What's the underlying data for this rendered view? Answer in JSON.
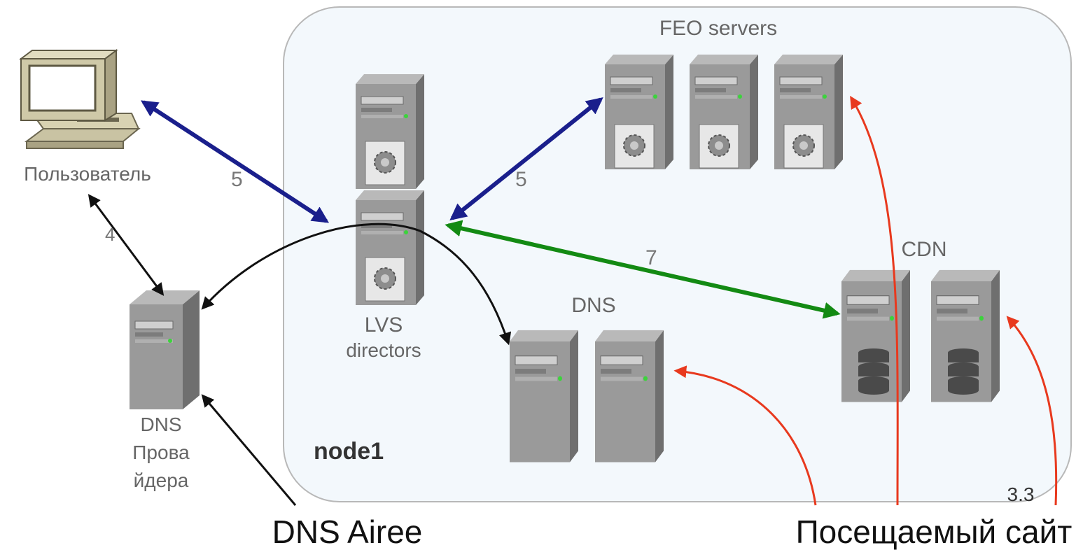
{
  "cluster": {
    "name": "node1",
    "corner_label": "3.3"
  },
  "groups": {
    "feo": "FEO servers",
    "cdn": "CDN",
    "dns_cluster": "DNS",
    "lvs_line1": "LVS",
    "lvs_line2": "directors"
  },
  "nodes": {
    "user": "Пользователь",
    "dns_provider_line1": "DNS",
    "dns_provider_line2": "Прова",
    "dns_provider_line3": "йдера"
  },
  "edge_labels": {
    "user_lvs": "5",
    "lvs_feo": "5",
    "lvs_cdn": "7",
    "user_dns": "4"
  },
  "captions": {
    "dns_airee": "DNS Airee",
    "visited_site": "Посещаемый сайт"
  },
  "colors": {
    "blue_arrow": "#1a1f8c",
    "green_arrow": "#138a13",
    "red_arrow": "#e8391e",
    "black_arrow": "#111111",
    "cluster_fill": "#f3f8fc",
    "cluster_stroke": "#b8b8b8"
  }
}
